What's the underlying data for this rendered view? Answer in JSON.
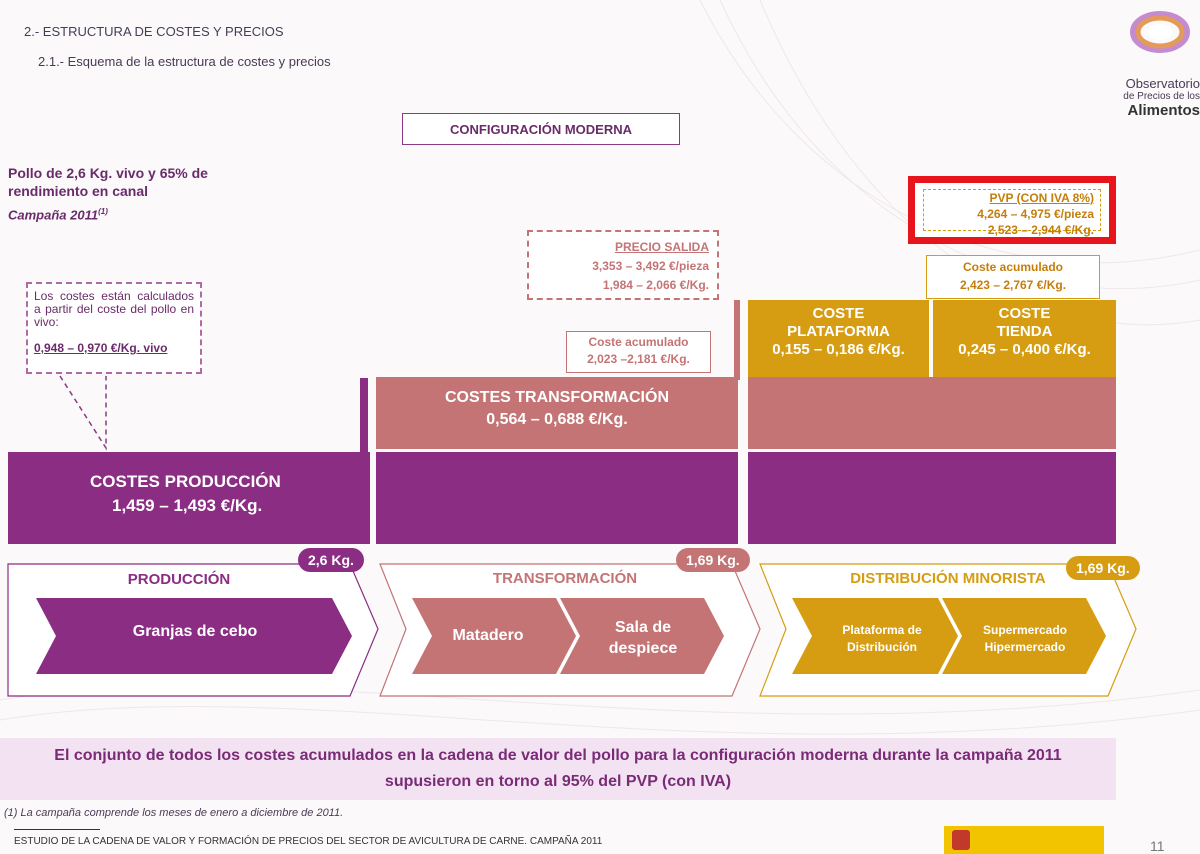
{
  "header": {
    "section": "2.- ESTRUCTURA DE COSTES Y PRECIOS",
    "subsection": "2.1.- Esquema de la estructura de costes y precios"
  },
  "logo": {
    "line1": "Observatorio",
    "line2": "de Precios de los",
    "line3": "Alimentos"
  },
  "config_title": "CONFIGURACIÓN MODERNA",
  "intro": {
    "pollo": "Pollo de 2,6 Kg. vivo y 65% de rendimiento en canal",
    "campana": "Campaña 2011",
    "campana_sup": "(1)"
  },
  "note_box": {
    "text": "Los costes están calculados a partir del coste del pollo en vivo:",
    "value": "0,948 – 0,970 €/Kg. vivo"
  },
  "precio_salida": {
    "title": "PRECIO SALIDA",
    "line1": "3,353 – 3,492 €/pieza",
    "line2": "1,984 – 2,066 €/Kg."
  },
  "coste_acum_1": {
    "title": "Coste acumulado",
    "value": "2,023 –2,181 €/Kg."
  },
  "coste_acum_2": {
    "title": "Coste acumulado",
    "value": "2,423 – 2,767 €/Kg."
  },
  "pvp": {
    "title": "PVP (CON IVA 8%)",
    "line1": "4,264 – 4,975 €/pieza",
    "line2": "2,523 – 2,944 €/Kg."
  },
  "coste_plataforma": {
    "title1": "COSTE",
    "title2": "PLATAFORMA",
    "value": "0,155 – 0,186 €/Kg."
  },
  "coste_tienda": {
    "title1": "COSTE",
    "title2": "TIENDA",
    "value": "0,245 – 0,400 €/Kg."
  },
  "costes_transformacion": {
    "title": "COSTES TRANSFORMACIÓN",
    "value": "0,564 – 0,688 €/Kg."
  },
  "costes_produccion": {
    "title": "COSTES PRODUCCIÓN",
    "value": "1,459 – 1,493 €/Kg."
  },
  "badges": {
    "b1": "2,6 Kg.",
    "b2": "1,69 Kg.",
    "b3": "1,69 Kg."
  },
  "stages": {
    "produccion": {
      "title": "PRODUCCIÓN",
      "item": "Granjas de cebo"
    },
    "transformacion": {
      "title": "TRANSFORMACIÓN",
      "item1": "Matadero",
      "item2a": "Sala de",
      "item2b": "despiece"
    },
    "distribucion": {
      "title": "DISTRIBUCIÓN MINORISTA",
      "item1a": "Plataforma de",
      "item1b": "Distribución",
      "item2a": "Supermercado",
      "item2b": "Hipermercado"
    }
  },
  "conclusion": {
    "line1": "El conjunto de todos los costes acumulados en la cadena de valor del pollo para la configuración moderna durante la campaña 2011",
    "line2": "supusieron en torno al 95% del PVP (con IVA)"
  },
  "footnote": "(1) La campaña comprende los meses de enero a diciembre de 2011.",
  "study": "ESTUDIO DE LA CADENA DE VALOR Y FORMACIÓN DE PRECIOS DEL SECTOR DE AVICULTURA DE CARNE. CAMPAÑA 2011",
  "page_number": "11",
  "colors": {
    "purple": "#8b2d83",
    "rose": "#c47475",
    "gold": "#d69d12",
    "red": "#e8141b"
  }
}
